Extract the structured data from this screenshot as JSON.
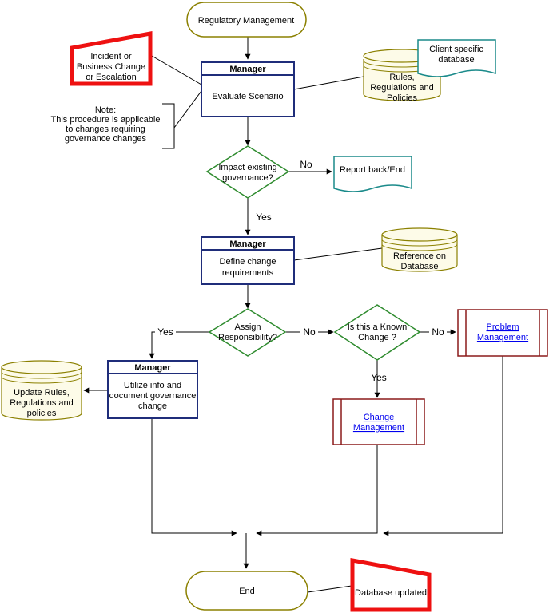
{
  "colors": {
    "terminator": "#8b8000",
    "manager": "#1f2d7a",
    "decision": "#2e8b2e",
    "document": "#1a8a8a",
    "subprocess": "#8b1a1a",
    "database": "#8b8000",
    "highlight": "#ee1111",
    "connector": "#000000"
  },
  "start": {
    "label": "Regulatory Management"
  },
  "end": {
    "label": "End"
  },
  "incident": {
    "lines": [
      "Incident or",
      "Business Change",
      "or Escalation"
    ]
  },
  "note": {
    "lines": [
      "Note:",
      "This procedure is applicable",
      "to changes requiring",
      "governance changes"
    ]
  },
  "manager1": {
    "header": "Manager",
    "lines": [
      "Evaluate Scenario"
    ]
  },
  "manager2": {
    "header": "Manager",
    "lines": [
      "Define change",
      "requirements"
    ]
  },
  "manager3": {
    "header": "Manager",
    "lines": [
      "Utilize info and",
      "document governance",
      "change"
    ]
  },
  "db_rules": {
    "lines": [
      "Rules,",
      "Regulations and",
      "Policies"
    ]
  },
  "doc_client_db": {
    "lines": [
      "Client specific",
      "database"
    ]
  },
  "doc_report": {
    "lines": [
      "Report back/End"
    ]
  },
  "db_reference": {
    "lines": [
      "Reference on",
      "Database"
    ]
  },
  "db_update": {
    "lines": [
      "Update Rules,",
      "Regulations and",
      "policies"
    ]
  },
  "decision_impact": {
    "lines": [
      "Impact existing",
      "governance?"
    ]
  },
  "decision_assign": {
    "lines": [
      "Assign",
      "Responsibility?"
    ]
  },
  "decision_known": {
    "lines": [
      "Is this a Known",
      "Change ?"
    ]
  },
  "sub_problem": {
    "lines": [
      "Problem",
      "Management"
    ]
  },
  "sub_change": {
    "lines": [
      "Change",
      "Management"
    ]
  },
  "db_updated": {
    "lines": [
      "Database updated"
    ]
  },
  "edge_labels": {
    "impact_no": "No",
    "impact_yes": "Yes",
    "assign_yes": "Yes",
    "assign_no": "No",
    "known_no": "No",
    "known_yes": "Yes"
  }
}
